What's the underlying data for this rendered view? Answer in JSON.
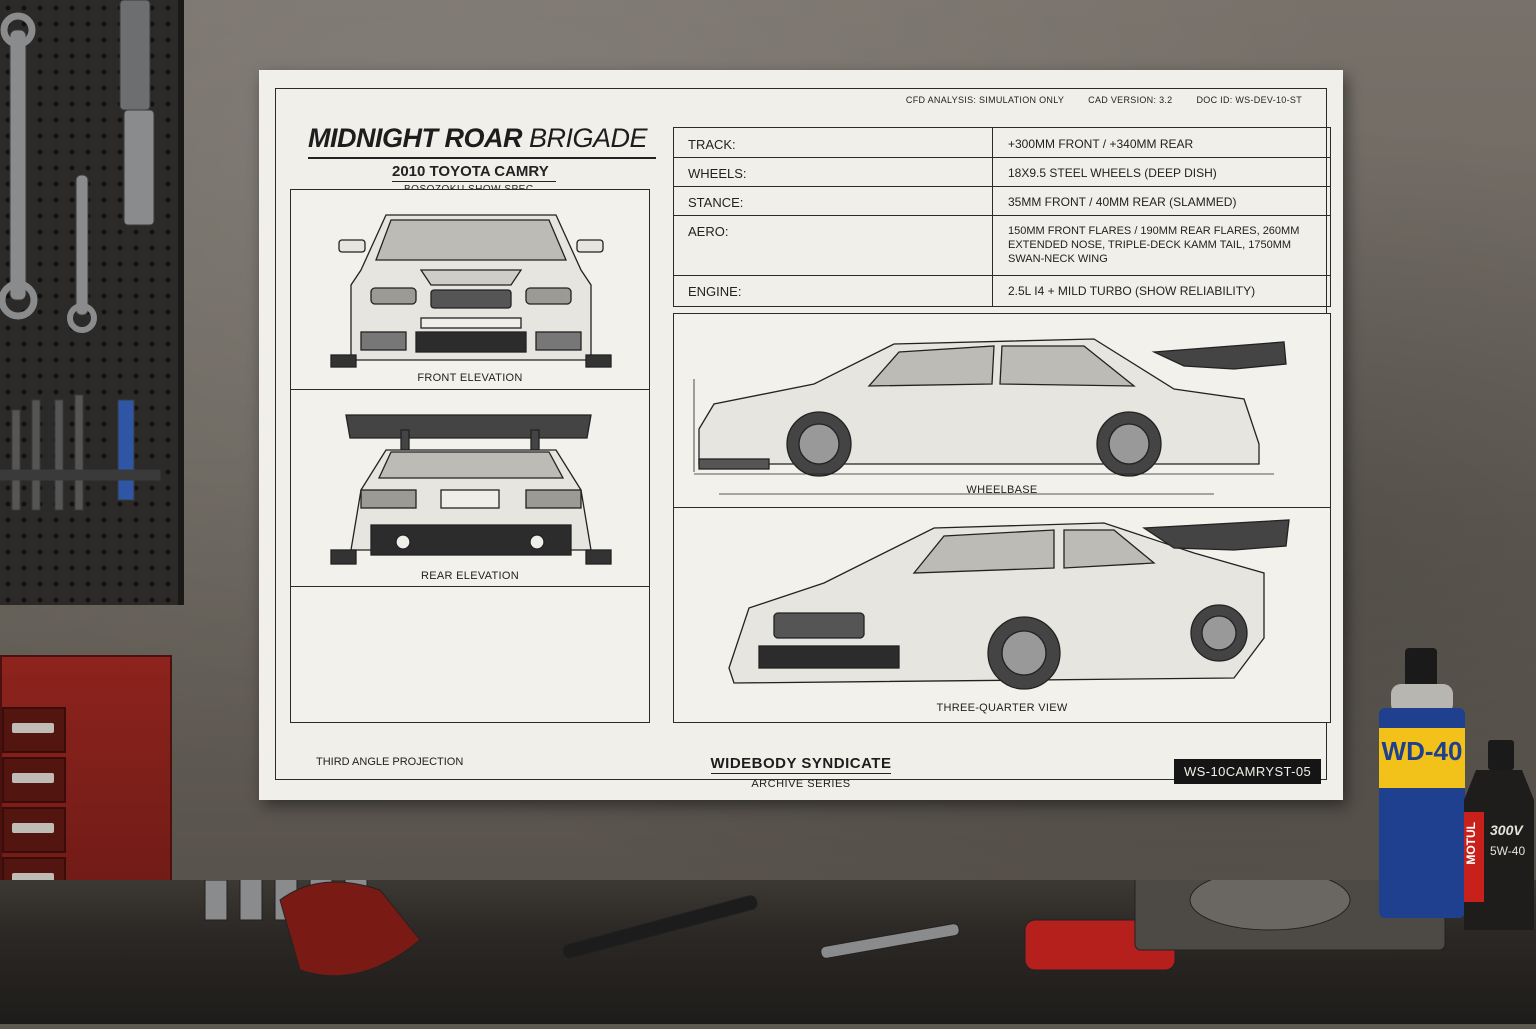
{
  "poster": {
    "doc_meta": [
      "CFD ANALYSIS: SIMULATION ONLY",
      "CAD VERSION: 3.2",
      "DOC ID: WS-DEV-10-ST"
    ],
    "brand_bold": "MIDNIGHT ROAR",
    "brand_light": "BRIGADE",
    "subtitle": "2010 TOYOTA CAMRY",
    "spec_tag": "BOSOZOKU SHOW SPEC",
    "specs": [
      {
        "key": "TRACK:",
        "value": "+300MM FRONT / +340MM REAR"
      },
      {
        "key": "WHEELS:",
        "value": "18X9.5 STEEL WHEELS (DEEP DISH)"
      },
      {
        "key": "STANCE:",
        "value": "35MM FRONT / 40MM REAR (SLAMMED)"
      },
      {
        "key": "AERO:",
        "value": "150MM FRONT FLARES / 190MM REAR FLARES, 260MM EXTENDED NOSE, TRIPLE-DECK KAMM TAIL, 1750MM SWAN-NECK WING"
      },
      {
        "key": "ENGINE:",
        "value": "2.5L I4 + MILD TURBO (SHOW RELIABILITY)"
      }
    ],
    "views": {
      "front": "FRONT ELEVATION",
      "rear": "REAR ELEVATION",
      "side": "WHEELBASE",
      "three_quarter": "THREE-QUARTER VIEW"
    },
    "footer": {
      "projection": "THIRD ANGLE PROJECTION",
      "maker": "WIDEBODY SYNDICATE",
      "series": "ARCHIVE SERIES",
      "code": "WS-10CAMRYST-05"
    }
  },
  "cans": {
    "wd40": "WD-40",
    "motul_brand": "MOTUL",
    "motul_line": "300V",
    "motul_grade": "5W-40"
  },
  "colors": {
    "poster_bg": "#f1efe9",
    "ink": "#222222",
    "toolbox_red": "#8d231d",
    "wd40_blue": "#1f3f8f",
    "wd40_yellow": "#f2c21b"
  }
}
